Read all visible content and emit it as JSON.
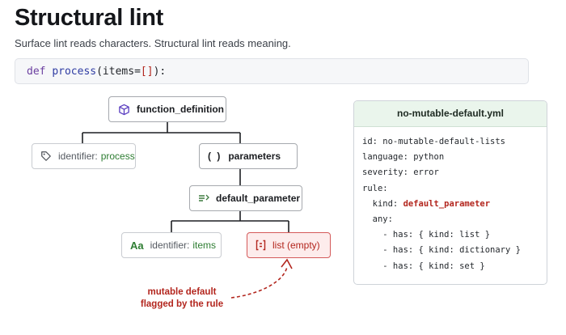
{
  "header": {
    "title": "Structural lint",
    "subtitle": "Surface lint reads characters. Structural lint reads meaning."
  },
  "code": {
    "keyword": "def",
    "function": "process",
    "open": "(items=",
    "brackets": "[]",
    "close": "):"
  },
  "tree": {
    "root": {
      "label": "function_definition",
      "icon": "cube-icon"
    },
    "identifier_process": {
      "kind": "identifier:",
      "value": "process",
      "icon": "tag-icon"
    },
    "parameters": {
      "label": "parameters",
      "icon_text": "( )"
    },
    "default_parameter": {
      "label": "default_parameter",
      "icon": "assign-icon"
    },
    "identifier_items": {
      "kind": "identifier:",
      "value": "items",
      "icon_text": "Aa"
    },
    "list_empty": {
      "label": "list (empty)",
      "icon": "list-bracket-icon"
    }
  },
  "annotation": {
    "line1": "mutable default",
    "line2": "flagged by the rule"
  },
  "rule": {
    "filename": "no-mutable-default.yml",
    "lines": [
      "id: no-mutable-default-lists",
      "language: python",
      "severity: error",
      "rule:",
      "  kind: ",
      "  any:",
      "    - has: { kind: list }",
      "    - has: { kind: dictionary }",
      "    - has: { kind: set }"
    ],
    "highlight": "default_parameter"
  },
  "colors": {
    "flag_red": "#b3261e",
    "identifier_green": "#2e7d32",
    "rule_header_bg": "#eaf5ec",
    "icon_purple": "#5b3fc0"
  }
}
